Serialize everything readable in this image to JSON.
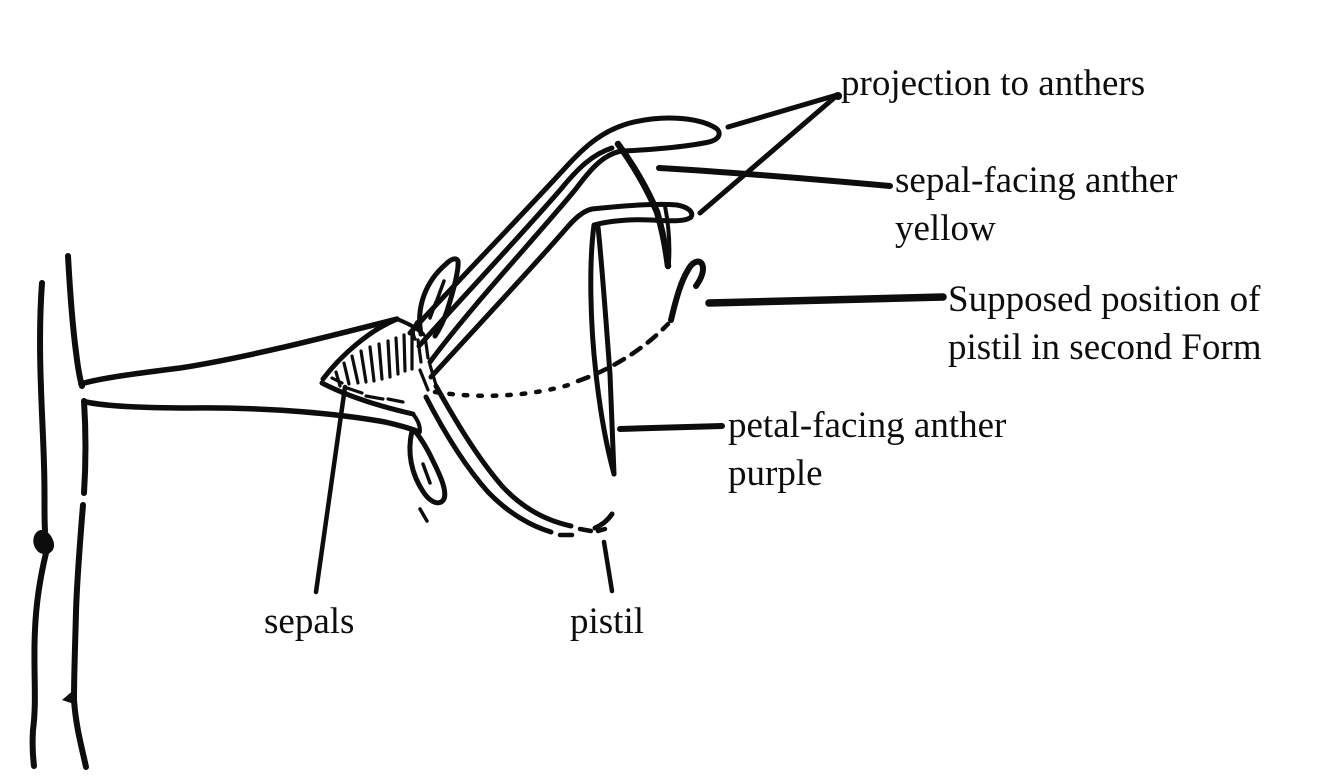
{
  "colors": {
    "ink": "#0d0d0d",
    "paper": "#ffffff"
  },
  "labels": {
    "projection": {
      "text": "projection to anthers"
    },
    "sepal_facing": {
      "line1": "sepal-facing anther",
      "line2": "yellow"
    },
    "supposed_position": {
      "line1": "Supposed position of",
      "line2": "pistil in second Form"
    },
    "petal_facing": {
      "line1": "petal-facing anther",
      "line2": "purple"
    },
    "sepals": {
      "text": "sepals"
    },
    "pistil": {
      "text": "pistil"
    }
  }
}
